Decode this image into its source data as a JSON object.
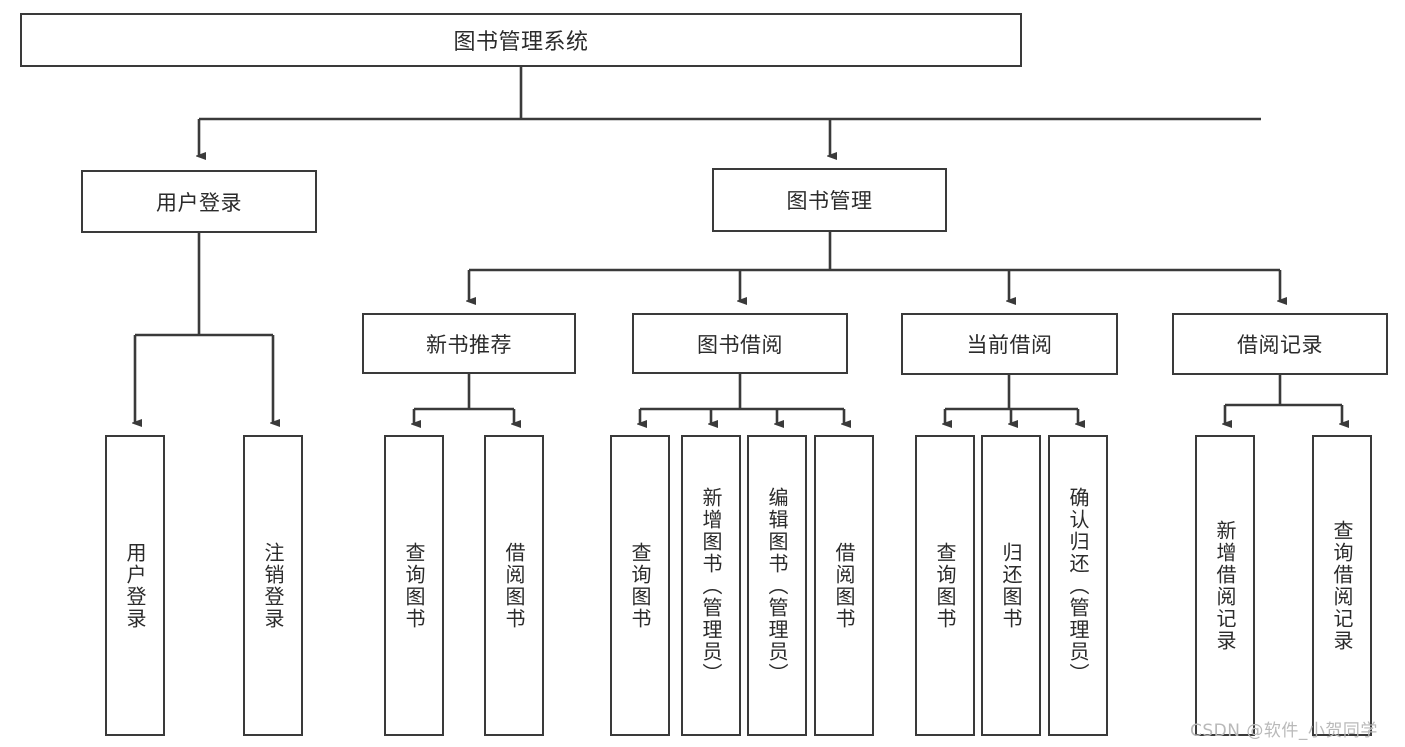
{
  "diagram": {
    "title": "图书管理系统",
    "type": "hierarchy-tree",
    "theme": {
      "stroke": "#3a3a3a",
      "fill": "#ffffff",
      "text": "#2b2b2b",
      "watermark_color": "#b9b9b9"
    },
    "levels": {
      "root": "图书管理系统",
      "level2": [
        "用户登录",
        "图书管理"
      ],
      "level3": [
        "新书推荐",
        "图书借阅",
        "当前借阅",
        "借阅记录"
      ]
    },
    "nodes": {
      "root": {
        "label": "图书管理系统"
      },
      "user_login": {
        "label": "用户登录"
      },
      "book_manage": {
        "label": "图书管理"
      },
      "new_book_rec": {
        "label": "新书推荐"
      },
      "book_borrow": {
        "label": "图书借阅"
      },
      "current_borrow": {
        "label": "当前借阅"
      },
      "borrow_record": {
        "label": "借阅记录"
      },
      "leaf_user_login": {
        "label": "用户登录"
      },
      "leaf_logout": {
        "label": "注销登录"
      },
      "leaf_query_book_1": {
        "label": "查询图书"
      },
      "leaf_borrow_book_1": {
        "label": "借阅图书"
      },
      "leaf_query_book_2": {
        "label": "查询图书"
      },
      "leaf_add_book": {
        "label": "新增图书（管理员）"
      },
      "leaf_edit_book": {
        "label": "编辑图书（管理员）"
      },
      "leaf_borrow_book_2": {
        "label": "借阅图书"
      },
      "leaf_query_book_3": {
        "label": "查询图书"
      },
      "leaf_return_book": {
        "label": "归还图书"
      },
      "leaf_confirm_return": {
        "label": "确认归还（管理员）"
      },
      "leaf_add_record": {
        "label": "新增借阅记录"
      },
      "leaf_query_record": {
        "label": "查询借阅记录"
      }
    },
    "edges": [
      {
        "from": "root",
        "to": "user_login"
      },
      {
        "from": "root",
        "to": "book_manage"
      },
      {
        "from": "user_login",
        "to": "leaf_user_login"
      },
      {
        "from": "user_login",
        "to": "leaf_logout"
      },
      {
        "from": "book_manage",
        "to": "new_book_rec"
      },
      {
        "from": "book_manage",
        "to": "book_borrow"
      },
      {
        "from": "book_manage",
        "to": "current_borrow"
      },
      {
        "from": "book_manage",
        "to": "borrow_record"
      },
      {
        "from": "new_book_rec",
        "to": "leaf_query_book_1"
      },
      {
        "from": "new_book_rec",
        "to": "leaf_borrow_book_1"
      },
      {
        "from": "book_borrow",
        "to": "leaf_query_book_2"
      },
      {
        "from": "book_borrow",
        "to": "leaf_add_book"
      },
      {
        "from": "book_borrow",
        "to": "leaf_edit_book"
      },
      {
        "from": "book_borrow",
        "to": "leaf_borrow_book_2"
      },
      {
        "from": "current_borrow",
        "to": "leaf_query_book_3"
      },
      {
        "from": "current_borrow",
        "to": "leaf_return_book"
      },
      {
        "from": "current_borrow",
        "to": "leaf_confirm_return"
      },
      {
        "from": "borrow_record",
        "to": "leaf_add_record"
      },
      {
        "from": "borrow_record",
        "to": "leaf_query_record"
      }
    ]
  },
  "watermark": {
    "text": "CSDN @软件_小贺同学"
  }
}
